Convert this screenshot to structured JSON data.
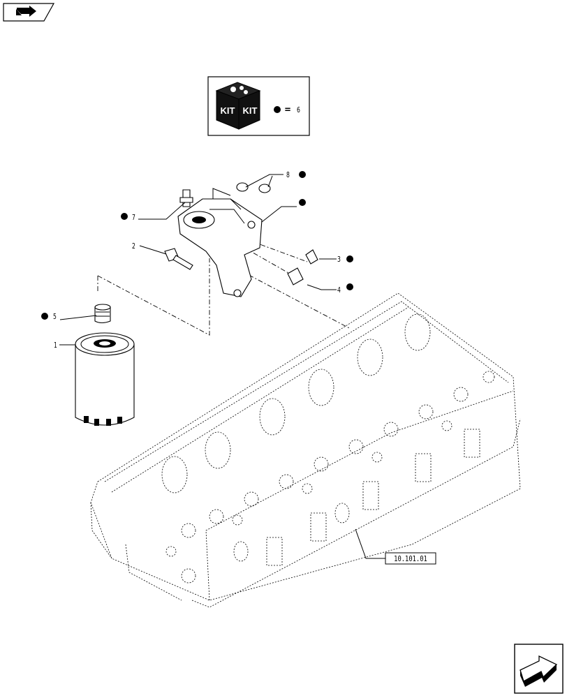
{
  "kit_legend": {
    "box_text_1": "KIT",
    "box_text_2": "KIT",
    "equals": "=",
    "kit_number": "6"
  },
  "callouts": [
    {
      "id": "1",
      "label": "1",
      "kit_marked": false
    },
    {
      "id": "2",
      "label": "2",
      "kit_marked": false
    },
    {
      "id": "3",
      "label": "3",
      "kit_marked": true
    },
    {
      "id": "4",
      "label": "4",
      "kit_marked": true
    },
    {
      "id": "5",
      "label": "5",
      "kit_marked": true
    },
    {
      "id": "7",
      "label": "7",
      "kit_marked": true
    },
    {
      "id": "8",
      "label": "8",
      "kit_marked": true
    }
  ],
  "unnumbered_kit_marker": true,
  "reference": {
    "label": "10.101.01"
  },
  "icons": {
    "top_left": "previous-page-arrow-icon",
    "bottom_right": "next-page-arrow-icon"
  }
}
